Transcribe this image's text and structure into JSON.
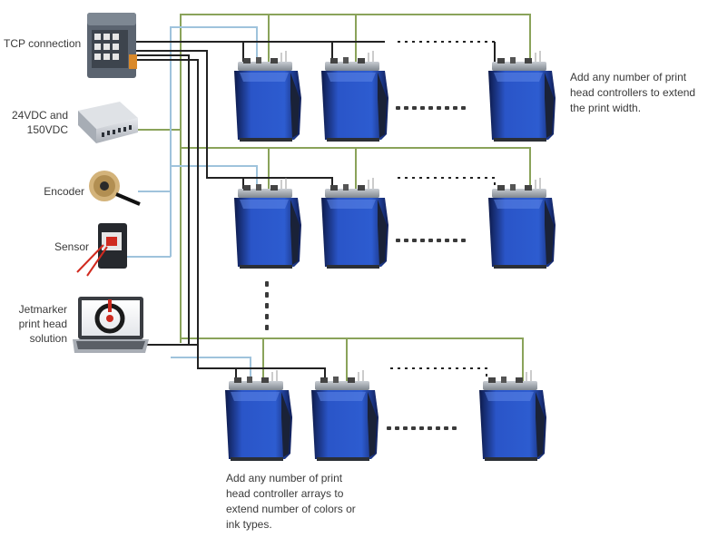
{
  "labels": {
    "tcp": "TCP connection",
    "power": "24VDC and\n150VDC",
    "encoder": "Encoder",
    "sensor": "Sensor",
    "jetmarker": "Jetmarker\nprint head\nsolution"
  },
  "notes": {
    "width": "Add any number of print\nhead controllers to extend\nthe print width.",
    "arrays": "Add any number of print\nhead controller arrays to\nextend number of colors or\nink types."
  },
  "colors": {
    "green_wire": "#8aa35a",
    "blue_wire": "#9fc3dc",
    "black_wire": "#222222",
    "controller_blue": "#2a55c8",
    "controller_dark": "#1a2238"
  },
  "icons": {
    "switch": "network-switch-icon",
    "power": "power-supply-icon",
    "encoder": "encoder-icon",
    "sensor": "sensor-icon",
    "laptop": "laptop-icon",
    "controller": "print-head-controller-icon"
  }
}
